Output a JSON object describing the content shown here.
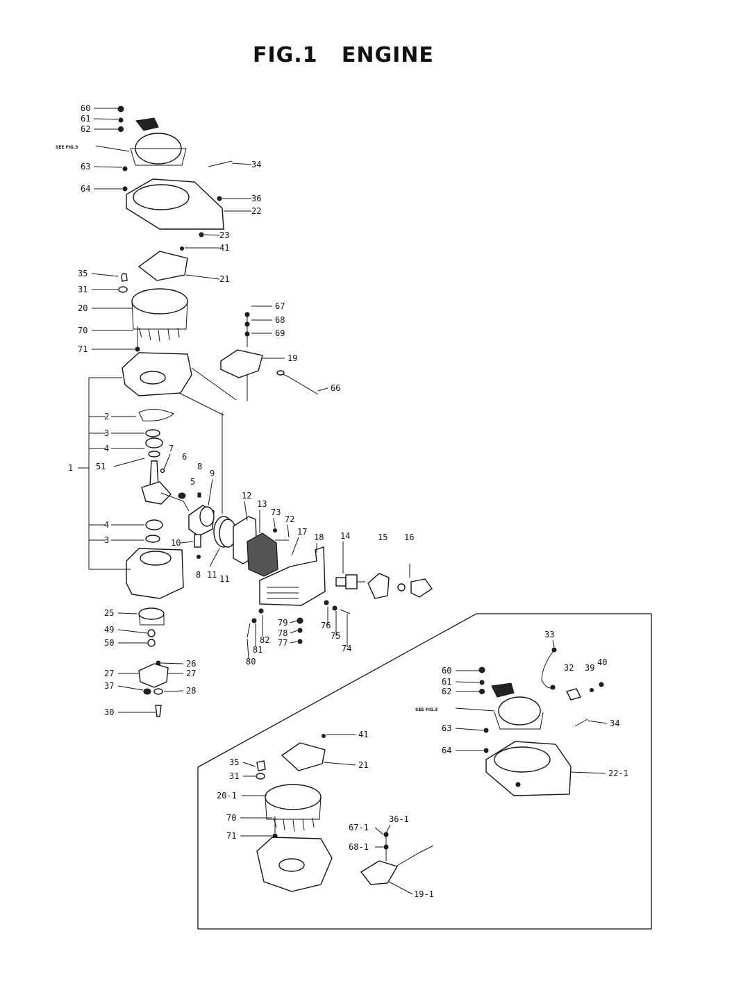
{
  "title": "FIG.1   ENGINE",
  "see_fig": "SEE FIG.3",
  "labels_main": [
    "60",
    "61",
    "62",
    "63",
    "64",
    "34",
    "36",
    "22",
    "23",
    "41",
    "35",
    "31",
    "21",
    "20",
    "70",
    "71",
    "67",
    "68",
    "69",
    "19",
    "66",
    "1",
    "2",
    "3",
    "4",
    "51",
    "7",
    "6",
    "8",
    "5",
    "9",
    "12",
    "13",
    "73",
    "72",
    "17",
    "18",
    "14",
    "15",
    "16",
    "4",
    "3",
    "10",
    "8",
    "11",
    "11",
    "25",
    "49",
    "50",
    "26",
    "27",
    "27",
    "37",
    "28",
    "30",
    "79",
    "78",
    "77",
    "76",
    "75",
    "74",
    "82",
    "81",
    "80"
  ],
  "labels_inset": [
    "33",
    "32",
    "39",
    "40",
    "60",
    "61",
    "62",
    "63",
    "64",
    "34",
    "22-1",
    "41",
    "21",
    "35",
    "31",
    "20-1",
    "70",
    "71",
    "36-1",
    "67-1",
    "68-1",
    "19-1"
  ]
}
